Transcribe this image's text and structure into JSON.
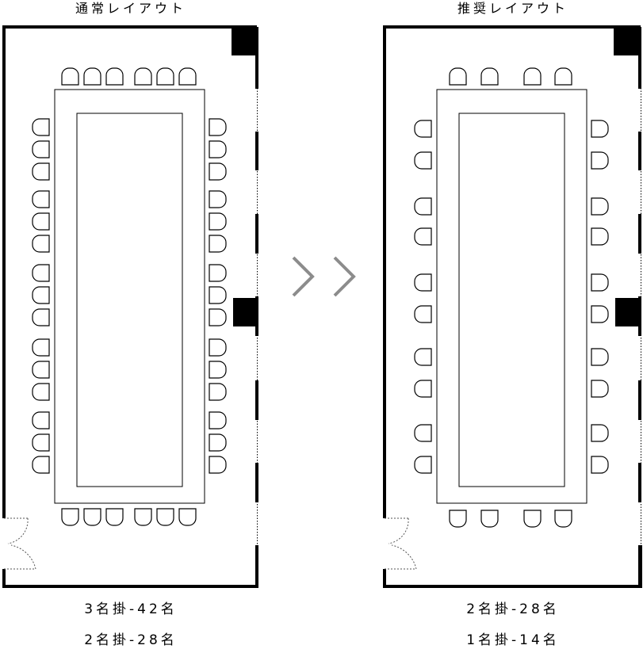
{
  "left": {
    "title": "通常レイアウト",
    "capacity": [
      "3名掛-42名",
      "2名掛-28名"
    ]
  },
  "right": {
    "title": "推奨レイアウト",
    "capacity": [
      "2名掛-28名",
      "1名掛-14名"
    ]
  },
  "arrow": "chevron-right-double-icon",
  "colors": {
    "line": "#000000",
    "arrow": "#8c8c8c",
    "door": "#555555"
  }
}
